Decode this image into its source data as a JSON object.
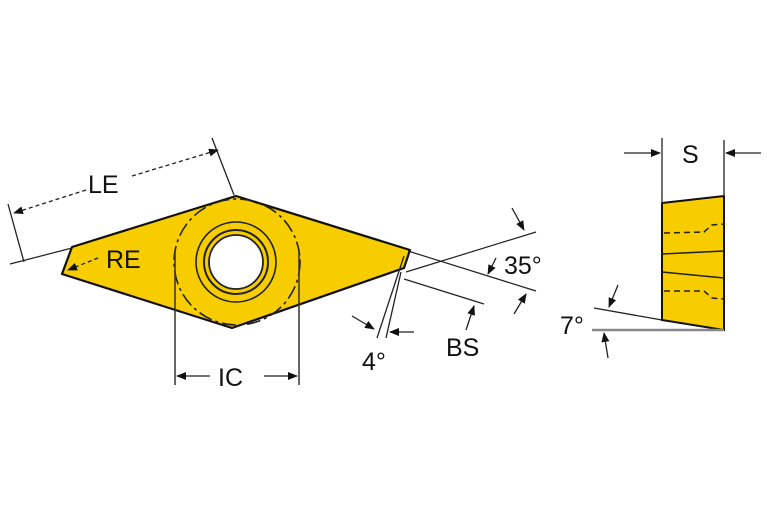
{
  "diagram": {
    "type": "insert-dimension-drawing",
    "colors": {
      "insert_fill": "#F7CD00",
      "outline": "#111111",
      "background": "#FFFFFF"
    },
    "top_view": {
      "labels": {
        "le": "LE",
        "re": "RE",
        "ic": "IC",
        "bs": "BS",
        "angle_tip": "35°",
        "angle_relief": "4°"
      }
    },
    "side_view": {
      "labels": {
        "s": "S",
        "clearance_angle": "7°"
      }
    }
  }
}
